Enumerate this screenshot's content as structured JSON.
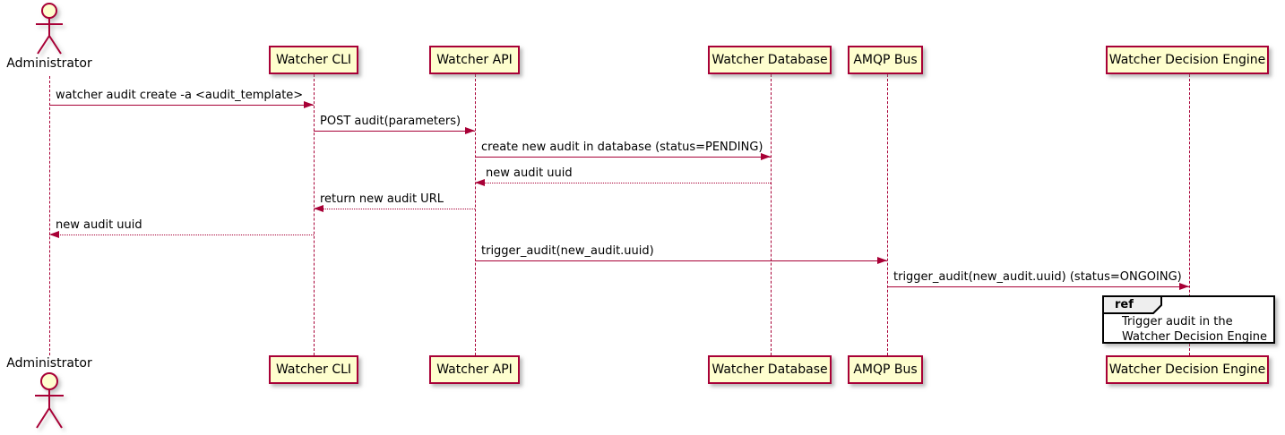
{
  "diagram": {
    "type": "sequence-diagram",
    "style": "plantuml",
    "colors": {
      "background": "#FFFFFF",
      "participant_fill": "#FEFECE",
      "participant_border": "#A80036",
      "lifeline": "#A80036",
      "arrow": "#A80036",
      "message_text": "#000000",
      "ref_border": "#000000",
      "ref_tab_fill": "#EEEEEE"
    },
    "actor": {
      "name": "Administrator"
    },
    "participants": [
      {
        "name": "Watcher CLI"
      },
      {
        "name": "Watcher API"
      },
      {
        "name": "Watcher Database"
      },
      {
        "name": "AMQP Bus"
      },
      {
        "name": "Watcher Decision Engine"
      }
    ],
    "messages": [
      {
        "label": "watcher audit create -a <audit_template>",
        "from": "Administrator",
        "to": "Watcher CLI",
        "line": "solid"
      },
      {
        "label": "POST audit(parameters)",
        "from": "Watcher CLI",
        "to": "Watcher API",
        "line": "solid"
      },
      {
        "label": "create new audit in database (status=PENDING)",
        "from": "Watcher API",
        "to": "Watcher Database",
        "line": "solid"
      },
      {
        "label": "new audit uuid",
        "from": "Watcher Database",
        "to": "Watcher API",
        "line": "dotted"
      },
      {
        "label": "return new audit URL",
        "from": "Watcher API",
        "to": "Watcher CLI",
        "line": "dotted"
      },
      {
        "label": "new audit uuid",
        "from": "Watcher CLI",
        "to": "Administrator",
        "line": "dotted"
      },
      {
        "label": "trigger_audit(new_audit.uuid)",
        "from": "Watcher API",
        "to": "AMQP Bus",
        "line": "solid"
      },
      {
        "label": "trigger_audit(new_audit.uuid) (status=ONGOING)",
        "from": "AMQP Bus",
        "to": "Watcher Decision Engine",
        "line": "solid"
      }
    ],
    "ref": {
      "keyword": "ref",
      "over": "Watcher Decision Engine",
      "lines": [
        "Trigger audit in the",
        "Watcher Decision Engine"
      ]
    }
  }
}
